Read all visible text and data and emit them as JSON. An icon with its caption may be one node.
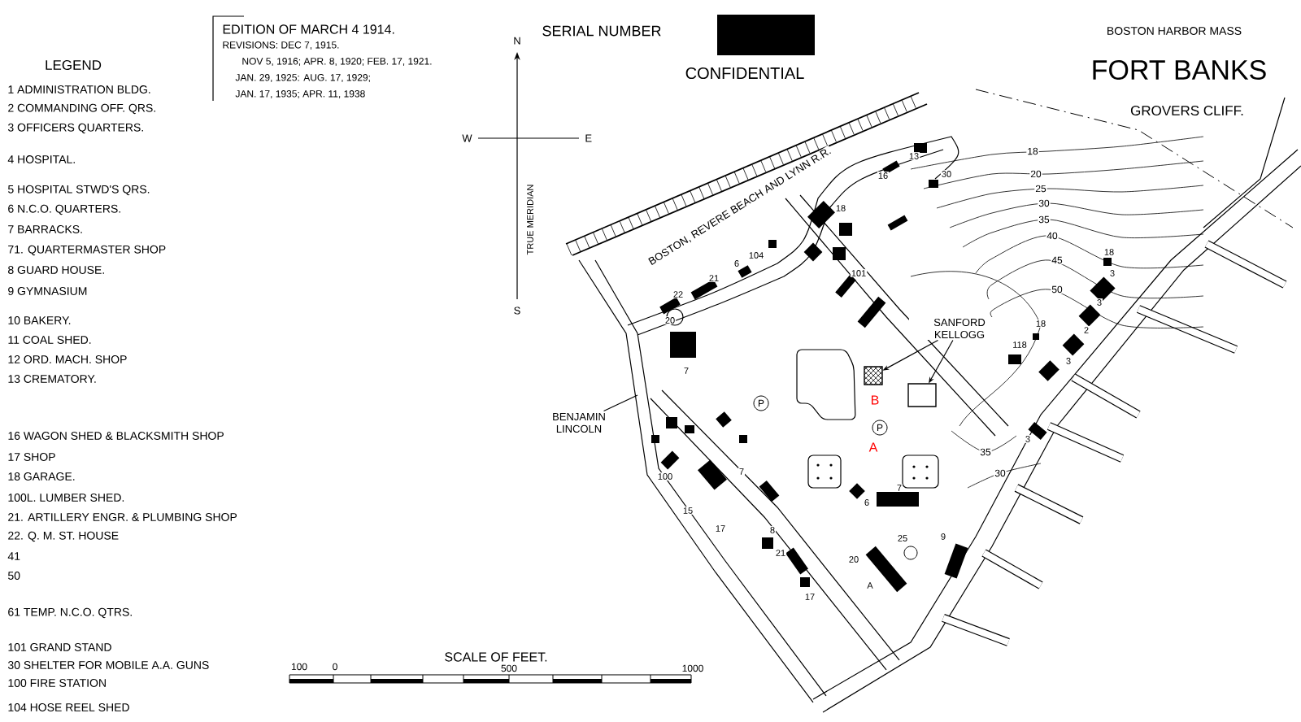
{
  "diagram": {
    "title": "FORT BANKS",
    "nodes": [
      {
        "text": [
          "BENJAMIN LINCOLN"
        ]
      },
      {
        "text": [
          "SANFORD KELLOGG"
        ]
      },
      {
        "text": [],
        "shape": "box"
      },
      {
        "text": [],
        "shape": "box"
      }
    ],
    "edges": [
      {
        "from": 0,
        "to": null,
        "arrow": "none"
      },
      {
        "from": 1,
        "to": 2,
        "arrow": "to"
      },
      {
        "from": 1,
        "to": 3,
        "arrow": "to"
      }
    ],
    "labels": [
      "LEGEND",
      "1 ADMINISTRATION BLDG.",
      "2 COMMANDING OFF. QRS.",
      "3 OFFICERS QUARTERS.",
      "4 HOSPITAL.",
      "5 HOSPITAL STWD'S QRS.",
      "6 N.C.O. QUARTERS.",
      "7 BARRACKS.",
      "71. QUARTERMASTER SHOP",
      "8 GUARD HOUSE.",
      "9 GYMNASIUM",
      "10 BAKERY.",
      "11 COAL SHED.",
      "12 ORD. MACH. SHOP",
      "13 CREMATORY.",
      "16 WAGON SHED & BLACKSMITH SHOP",
      "17 SHOP",
      "18 GARAGE.",
      "100L. LUMBER SHED.",
      "21. ARTILLERY ENGR. & PLUMBING SHOP",
      "22. Q. M. ST. HOUSE",
      "41",
      "50",
      "61 TEMP. N.C.O. QTRS.",
      "101 GRAND STAND",
      "30 SHELTER FOR MOBILE A.A. GUNS",
      "100 FIRE STATION",
      "104 HOSE REEL SHED",
      "EDITION OF MARCH 4 1914.",
      "REVISIONS: DEC 7, 1915.",
      "NOV 5, 1916; APR. 8, 1920; FEB. 17, 1921.",
      "JAN. 29, 1925: AUG. 17, 1929;",
      "JAN. 17, 1935; APR. 11, 1938",
      "SERIAL NUMBER",
      "CONFIDENTIAL",
      "BOSTON HARBOR MASS",
      "GROVERS CLIFF.",
      "N",
      "W",
      "E",
      "S",
      "TRUE MERIDIAN",
      "SCALE OF FEET.",
      "100",
      "0",
      "500",
      "1000",
      "BOSTON, REVERE BEACH AND LYNN R.R.",
      "18",
      "20",
      "25",
      "30",
      "35",
      "40",
      "45",
      "50",
      "35",
      "30",
      "13",
      "16",
      "30",
      "18",
      "101",
      "22",
      "21",
      "6",
      "104",
      "20",
      "7",
      "18",
      "3",
      "3",
      "2",
      "3",
      "18",
      "118",
      "6",
      "7",
      "8",
      "21",
      "17",
      "20",
      "25",
      "9",
      "A",
      "3",
      "17",
      "15",
      "100",
      "7",
      "B",
      "A",
      "P",
      "P"
    ]
  }
}
